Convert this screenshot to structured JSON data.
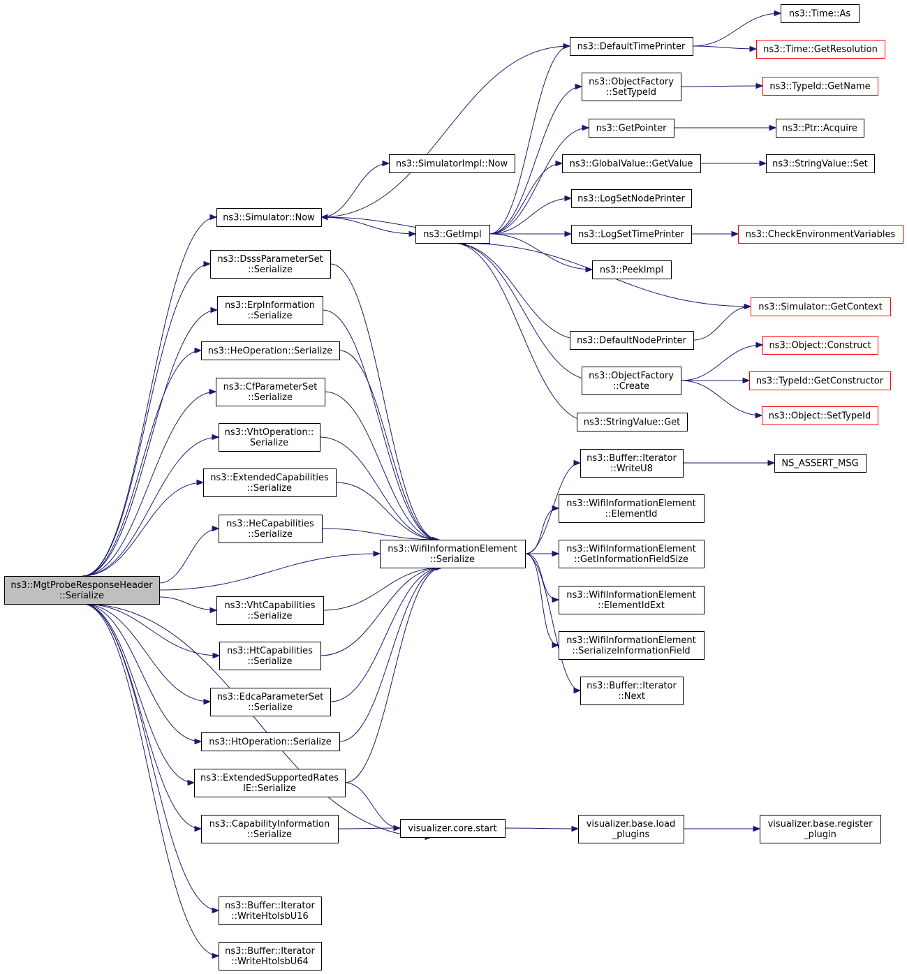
{
  "graph": {
    "nodes": [
      {
        "id": "root",
        "label": [
          "ns3::MgtProbeResponseHeader",
          "::Serialize"
        ],
        "kind": "root"
      },
      {
        "id": "sim_now",
        "label": [
          "ns3::Simulator::Now"
        ]
      },
      {
        "id": "dsss",
        "label": [
          "ns3::DsssParameterSet",
          "::Serialize"
        ]
      },
      {
        "id": "erp",
        "label": [
          "ns3::ErpInformation",
          "::Serialize"
        ]
      },
      {
        "id": "heop",
        "label": [
          "ns3::HeOperation::Serialize"
        ]
      },
      {
        "id": "cfparam",
        "label": [
          "ns3::CfParameterSet",
          "::Serialize"
        ]
      },
      {
        "id": "vhtop",
        "label": [
          "ns3::VhtOperation::",
          "Serialize"
        ]
      },
      {
        "id": "extcap",
        "label": [
          "ns3::ExtendedCapabilities",
          "::Serialize"
        ]
      },
      {
        "id": "hecap",
        "label": [
          "ns3::HeCapabilities",
          "::Serialize"
        ]
      },
      {
        "id": "vhtcap",
        "label": [
          "ns3::VhtCapabilities",
          "::Serialize"
        ]
      },
      {
        "id": "htcap",
        "label": [
          "ns3::HtCapabilities",
          "::Serialize"
        ]
      },
      {
        "id": "edca",
        "label": [
          "ns3::EdcaParameterSet",
          "::Serialize"
        ]
      },
      {
        "id": "htop",
        "label": [
          "ns3::HtOperation::Serialize"
        ]
      },
      {
        "id": "extrates",
        "label": [
          "ns3::ExtendedSupportedRates",
          "IE::Serialize"
        ]
      },
      {
        "id": "capinfo",
        "label": [
          "ns3::CapabilityInformation",
          "::Serialize"
        ]
      },
      {
        "id": "write16",
        "label": [
          "ns3::Buffer::Iterator",
          "::WriteHtolsbU16"
        ]
      },
      {
        "id": "write64",
        "label": [
          "ns3::Buffer::Iterator",
          "::WriteHtolsbU64"
        ]
      },
      {
        "id": "simimpl_now",
        "label": [
          "ns3::SimulatorImpl::Now"
        ]
      },
      {
        "id": "getimpl",
        "label": [
          "ns3::GetImpl"
        ]
      },
      {
        "id": "wie_ser",
        "label": [
          "ns3::WifiInformationElement",
          "::Serialize"
        ]
      },
      {
        "id": "viz_start",
        "label": [
          "visualizer.core.start"
        ]
      },
      {
        "id": "deftimeprinter",
        "label": [
          "ns3::DefaultTimePrinter"
        ]
      },
      {
        "id": "of_settypeid",
        "label": [
          "ns3::ObjectFactory",
          "::SetTypeId"
        ]
      },
      {
        "id": "getpointer",
        "label": [
          "ns3::GetPointer"
        ]
      },
      {
        "id": "gv_getvalue",
        "label": [
          "ns3::GlobalValue::GetValue"
        ]
      },
      {
        "id": "lognodeprinter",
        "label": [
          "ns3::LogSetNodePrinter"
        ]
      },
      {
        "id": "logtimeprinter",
        "label": [
          "ns3::LogSetTimePrinter"
        ]
      },
      {
        "id": "peekimpl",
        "label": [
          "ns3::PeekImpl"
        ]
      },
      {
        "id": "defnodeprinter",
        "label": [
          "ns3::DefaultNodePrinter"
        ]
      },
      {
        "id": "of_create",
        "label": [
          "ns3::ObjectFactory",
          "::Create"
        ]
      },
      {
        "id": "sv_get",
        "label": [
          "ns3::StringValue::Get"
        ]
      },
      {
        "id": "bi_writeu8",
        "label": [
          "ns3::Buffer::Iterator",
          "::WriteU8"
        ]
      },
      {
        "id": "wie_elemid",
        "label": [
          "ns3::WifiInformationElement",
          "::ElementId"
        ]
      },
      {
        "id": "wie_getsize",
        "label": [
          "ns3::WifiInformationElement",
          "::GetInformationFieldSize"
        ]
      },
      {
        "id": "wie_elemidext",
        "label": [
          "ns3::WifiInformationElement",
          "::ElementIdExt"
        ]
      },
      {
        "id": "wie_serfield",
        "label": [
          "ns3::WifiInformationElement",
          "::SerializeInformationField"
        ]
      },
      {
        "id": "bi_next",
        "label": [
          "ns3::Buffer::Iterator",
          "::Next"
        ]
      },
      {
        "id": "viz_load",
        "label": [
          "visualizer.base.load",
          "_plugins"
        ]
      },
      {
        "id": "time_as",
        "label": [
          "ns3::Time::As"
        ]
      },
      {
        "id": "time_getres",
        "label": [
          "ns3::Time::GetResolution"
        ],
        "kind": "ext"
      },
      {
        "id": "typeid_getname",
        "label": [
          "ns3::TypeId::GetName"
        ],
        "kind": "ext"
      },
      {
        "id": "ptr_acquire",
        "label": [
          "ns3::Ptr::Acquire"
        ]
      },
      {
        "id": "sv_set",
        "label": [
          "ns3::StringValue::Set"
        ]
      },
      {
        "id": "checkenv",
        "label": [
          "ns3::CheckEnvironmentVariables"
        ],
        "kind": "ext"
      },
      {
        "id": "sim_getcontext",
        "label": [
          "ns3::Simulator::GetContext"
        ],
        "kind": "ext"
      },
      {
        "id": "obj_construct",
        "label": [
          "ns3::Object::Construct"
        ],
        "kind": "ext"
      },
      {
        "id": "typeid_getctor",
        "label": [
          "ns3::TypeId::GetConstructor"
        ],
        "kind": "ext"
      },
      {
        "id": "obj_settypeid",
        "label": [
          "ns3::Object::SetTypeId"
        ],
        "kind": "ext"
      },
      {
        "id": "ns_assert",
        "label": [
          "NS_ASSERT_MSG"
        ]
      },
      {
        "id": "viz_register",
        "label": [
          "visualizer.base.register",
          "_plugin"
        ]
      }
    ],
    "edges": [
      [
        "root",
        "sim_now"
      ],
      [
        "root",
        "dsss"
      ],
      [
        "root",
        "erp"
      ],
      [
        "root",
        "heop"
      ],
      [
        "root",
        "cfparam"
      ],
      [
        "root",
        "vhtop"
      ],
      [
        "root",
        "extcap"
      ],
      [
        "root",
        "hecap"
      ],
      [
        "root",
        "wie_ser"
      ],
      [
        "root",
        "vhtcap"
      ],
      [
        "root",
        "htcap"
      ],
      [
        "root",
        "edca"
      ],
      [
        "root",
        "htop"
      ],
      [
        "root",
        "extrates"
      ],
      [
        "root",
        "capinfo"
      ],
      [
        "root",
        "viz_start"
      ],
      [
        "root",
        "write16"
      ],
      [
        "root",
        "write64"
      ],
      [
        "sim_now",
        "simimpl_now"
      ],
      [
        "sim_now",
        "getimpl"
      ],
      [
        "getimpl",
        "sim_now"
      ],
      [
        "getimpl",
        "deftimeprinter"
      ],
      [
        "getimpl",
        "of_settypeid"
      ],
      [
        "getimpl",
        "getpointer"
      ],
      [
        "getimpl",
        "gv_getvalue"
      ],
      [
        "getimpl",
        "lognodeprinter"
      ],
      [
        "getimpl",
        "logtimeprinter"
      ],
      [
        "getimpl",
        "peekimpl"
      ],
      [
        "getimpl",
        "defnodeprinter"
      ],
      [
        "getimpl",
        "of_create"
      ],
      [
        "getimpl",
        "sv_get"
      ],
      [
        "deftimeprinter",
        "sim_now"
      ],
      [
        "deftimeprinter",
        "time_as"
      ],
      [
        "deftimeprinter",
        "time_getres"
      ],
      [
        "of_settypeid",
        "typeid_getname"
      ],
      [
        "getpointer",
        "ptr_acquire"
      ],
      [
        "gv_getvalue",
        "sv_set"
      ],
      [
        "logtimeprinter",
        "checkenv"
      ],
      [
        "sim_getcontext",
        "getimpl"
      ],
      [
        "defnodeprinter",
        "sim_getcontext"
      ],
      [
        "of_create",
        "obj_construct"
      ],
      [
        "of_create",
        "typeid_getctor"
      ],
      [
        "of_create",
        "obj_settypeid"
      ],
      [
        "dsss",
        "wie_ser"
      ],
      [
        "erp",
        "wie_ser"
      ],
      [
        "heop",
        "wie_ser"
      ],
      [
        "cfparam",
        "wie_ser"
      ],
      [
        "vhtop",
        "wie_ser"
      ],
      [
        "extcap",
        "wie_ser"
      ],
      [
        "hecap",
        "wie_ser"
      ],
      [
        "vhtcap",
        "wie_ser"
      ],
      [
        "htcap",
        "wie_ser"
      ],
      [
        "edca",
        "wie_ser"
      ],
      [
        "htop",
        "wie_ser"
      ],
      [
        "extrates",
        "wie_ser"
      ],
      [
        "extrates",
        "viz_start"
      ],
      [
        "capinfo",
        "viz_start"
      ],
      [
        "wie_ser",
        "bi_writeu8"
      ],
      [
        "wie_ser",
        "wie_elemid"
      ],
      [
        "wie_ser",
        "wie_getsize"
      ],
      [
        "wie_ser",
        "wie_elemidext"
      ],
      [
        "wie_ser",
        "wie_serfield"
      ],
      [
        "wie_ser",
        "bi_next"
      ],
      [
        "bi_writeu8",
        "ns_assert"
      ],
      [
        "viz_start",
        "viz_load"
      ],
      [
        "viz_load",
        "viz_register"
      ]
    ]
  }
}
